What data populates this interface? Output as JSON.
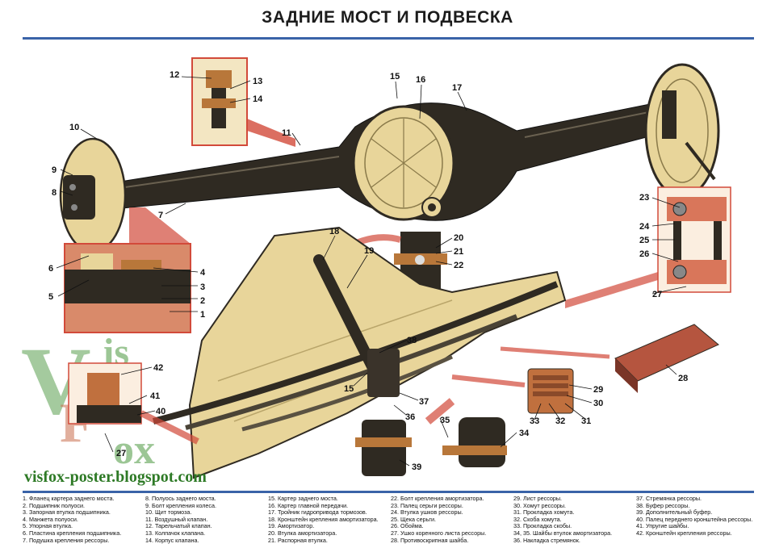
{
  "title": "ЗАДНИЕ МОСТ И ПОДВЕСКА",
  "watermark": {
    "logo_letters": "VisFox",
    "url": "visfox-poster.blogspot.com"
  },
  "colors": {
    "accent_rule": "#3a63a8",
    "part_body": "#e8d59a",
    "part_dark": "#2f2a22",
    "highlight_red": "#d24a3a",
    "watermark_green": "#2e7a26"
  },
  "callouts": [
    "1",
    "2",
    "3",
    "4",
    "5",
    "6",
    "7",
    "8",
    "9",
    "10",
    "11",
    "12",
    "13",
    "14",
    "15",
    "15",
    "16",
    "17",
    "18",
    "19",
    "20",
    "21",
    "22",
    "23",
    "24",
    "25",
    "26",
    "27",
    "27",
    "28",
    "29",
    "30",
    "31",
    "32",
    "33",
    "34",
    "35",
    "36",
    "37",
    "38",
    "39",
    "40",
    "41",
    "42"
  ],
  "legend": {
    "columns": [
      [
        "1. Фланец картера заднего моста.",
        "2. Подшипник полуоси.",
        "3. Запорная втулка подшипника.",
        "4. Манжета полуоси.",
        "5. Упорная втулка.",
        "6. Пластина крепления подшипника.",
        "7. Подушка крепления рессоры."
      ],
      [
        "8. Полуось заднего моста.",
        "9. Болт крепления колеса.",
        "10. Щит тормоза.",
        "11. Воздушный клапан.",
        "12. Тарельчатый клапан.",
        "13. Колпачок клапана.",
        "14. Корпус клапана."
      ],
      [
        "15. Картер заднего моста.",
        "16. Картер главной передачи.",
        "17. Тройник гидропривода тормозов.",
        "18. Кронштейн крепления амортизатора.",
        "19. Амортизатор.",
        "20. Втулка аморт­изатора.",
        "21. Распорная втулка."
      ],
      [
        "22. Болт крепления амортизатора.",
        "23. Палец серьги рессоры.",
        "24. Втулка ушков рессоры.",
        "25. Щека серьги.",
        "26. Обойма.",
        "27. Ушко коренного листа рессоры.",
        "28. Противоскрипная шайба."
      ],
      [
        "29. Лист рессоры.",
        "30. Хомут рессоры.",
        "31. Прокладка хомута.",
        "32. Скоба хомута.",
        "33. Прокладка скобы.",
        "34, 35. Шайбы втулок амортизатора.",
        "36. Накладка стремянок."
      ],
      [
        "37. Стремянка рессоры.",
        "38. Буфер рессоры.",
        "39. Дополнительный буфер.",
        "40. Палец переднего кронштейна рессоры.",
        "41. Упругие шайбы.",
        "42. Кронштейн крепления рессоры."
      ]
    ]
  }
}
